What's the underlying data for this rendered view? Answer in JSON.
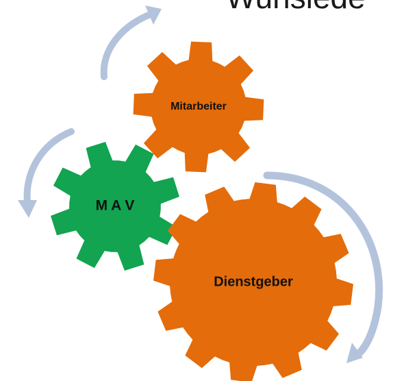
{
  "title_fragment": "Wunsiede",
  "gears": {
    "mitarbeiter": {
      "label": "Mitarbeiter",
      "color": "#E46C0A"
    },
    "mav": {
      "label": "M A V",
      "color": "#12A450"
    },
    "dienstgeber": {
      "label": "Dienstgeber",
      "color": "#E46C0A"
    }
  },
  "arrow_color": "#B4C3DC"
}
